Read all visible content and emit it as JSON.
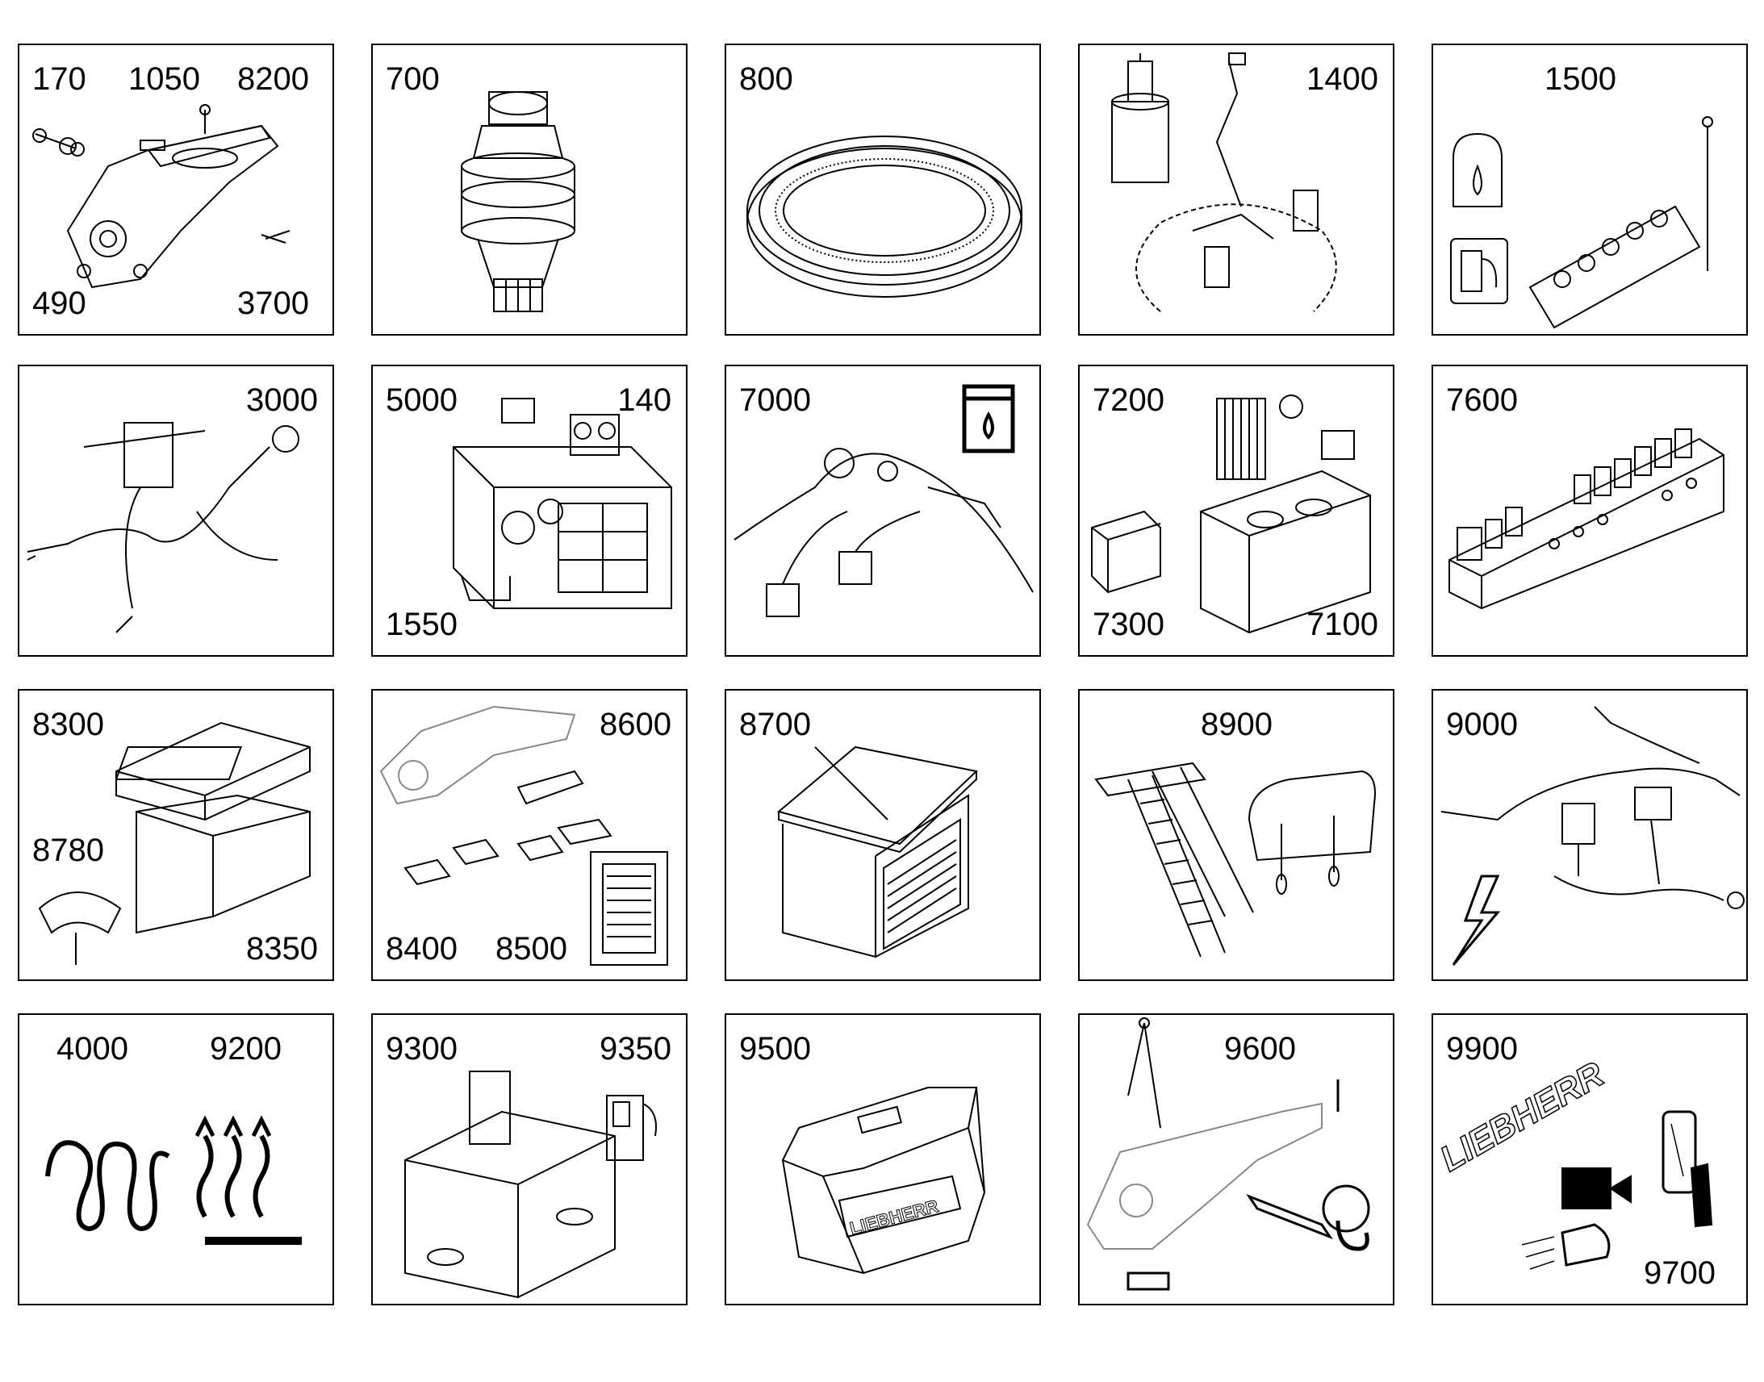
{
  "tiles": [
    {
      "id": "t1",
      "labels": [
        "170",
        "1050",
        "8200",
        "490",
        "3700"
      ]
    },
    {
      "id": "t2",
      "labels": [
        "700"
      ]
    },
    {
      "id": "t3",
      "labels": [
        "800"
      ]
    },
    {
      "id": "t4",
      "labels": [
        "1400"
      ]
    },
    {
      "id": "t5",
      "labels": [
        "1500"
      ]
    },
    {
      "id": "t6",
      "labels": [
        "3000"
      ]
    },
    {
      "id": "t7",
      "labels": [
        "5000",
        "140",
        "1550"
      ]
    },
    {
      "id": "t8",
      "labels": [
        "7000"
      ]
    },
    {
      "id": "t9",
      "labels": [
        "7200",
        "7300",
        "7100"
      ]
    },
    {
      "id": "t10",
      "labels": [
        "7600"
      ]
    },
    {
      "id": "t11",
      "labels": [
        "8300",
        "8780",
        "8350"
      ]
    },
    {
      "id": "t12",
      "labels": [
        "8600",
        "8400",
        "8500"
      ]
    },
    {
      "id": "t13",
      "labels": [
        "8700"
      ]
    },
    {
      "id": "t14",
      "labels": [
        "8900"
      ]
    },
    {
      "id": "t15",
      "labels": [
        "9000"
      ]
    },
    {
      "id": "t16",
      "labels": [
        "4000",
        "9200"
      ]
    },
    {
      "id": "t17",
      "labels": [
        "9300",
        "9350"
      ]
    },
    {
      "id": "t18",
      "labels": [
        "9500"
      ]
    },
    {
      "id": "t19",
      "labels": [
        "9600"
      ]
    },
    {
      "id": "t20",
      "labels": [
        "9900",
        "9700"
      ]
    }
  ],
  "logo_text": "LIEBHERR"
}
